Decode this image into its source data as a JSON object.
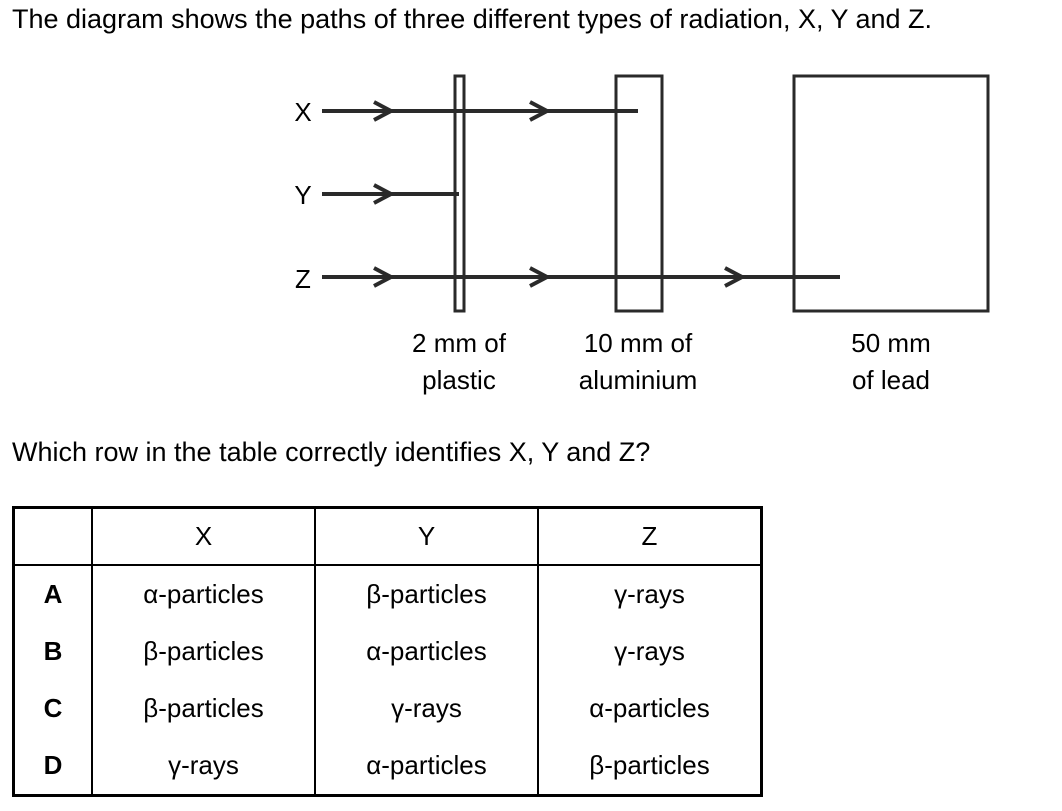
{
  "question": {
    "intro": "The diagram shows the paths of three different types of radiation, X, Y and Z.",
    "prompt": "Which row in the table correctly identifies X, Y and Z?"
  },
  "diagram": {
    "radiation_labels": [
      "X",
      "Y",
      "Z"
    ],
    "barriers": [
      {
        "line1": "2 mm of",
        "line2": "plastic"
      },
      {
        "line1": "10 mm of",
        "line2": "aluminium"
      },
      {
        "line1": "50 mm",
        "line2": "of lead"
      }
    ]
  },
  "table": {
    "headers": [
      "",
      "X",
      "Y",
      "Z"
    ],
    "rows": [
      {
        "letter": "A",
        "x": "α-particles",
        "y": "β-particles",
        "z": "γ-rays"
      },
      {
        "letter": "B",
        "x": "β-particles",
        "y": "α-particles",
        "z": "γ-rays"
      },
      {
        "letter": "C",
        "x": "β-particles",
        "y": "γ-rays",
        "z": "α-particles"
      },
      {
        "letter": "D",
        "x": "γ-rays",
        "y": "α-particles",
        "z": "β-particles"
      }
    ]
  }
}
